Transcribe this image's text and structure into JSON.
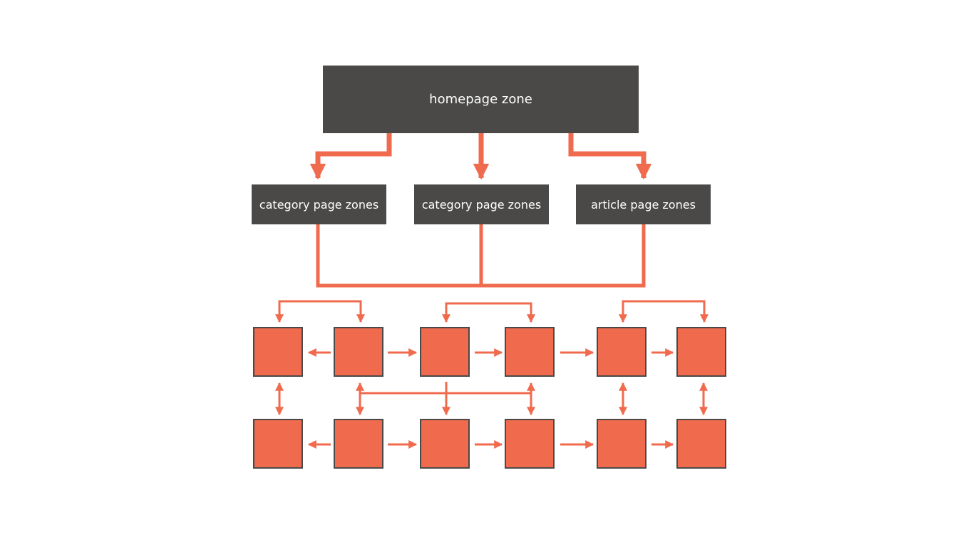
{
  "colors": {
    "node_dark": "#4a4948",
    "accent": "#f06a4e",
    "background": "#ffffff"
  },
  "nodes": {
    "homepage": "homepage zone",
    "category_1": "category page zones",
    "category_2": "category page zones",
    "article": "article page zones"
  },
  "grid": {
    "rows": 2,
    "columns": 6
  }
}
